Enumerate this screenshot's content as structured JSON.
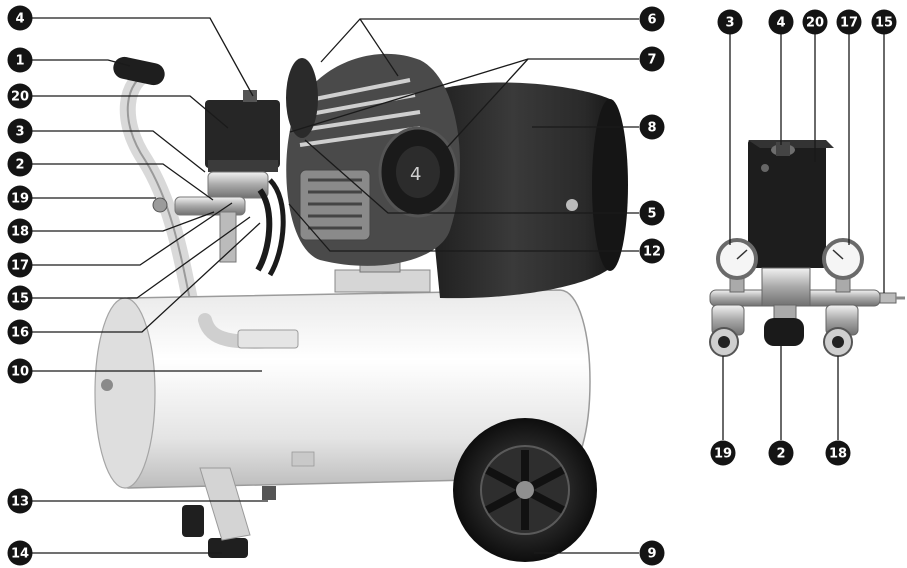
{
  "figure": {
    "main_view_callouts": [
      {
        "id": "c4",
        "label": "4"
      },
      {
        "id": "c1",
        "label": "1"
      },
      {
        "id": "c20",
        "label": "20"
      },
      {
        "id": "c3",
        "label": "3"
      },
      {
        "id": "c2",
        "label": "2"
      },
      {
        "id": "c19",
        "label": "19"
      },
      {
        "id": "c18",
        "label": "18"
      },
      {
        "id": "c17",
        "label": "17"
      },
      {
        "id": "c15",
        "label": "15"
      },
      {
        "id": "c16",
        "label": "16"
      },
      {
        "id": "c10",
        "label": "10"
      },
      {
        "id": "c13",
        "label": "13"
      },
      {
        "id": "c14",
        "label": "14"
      },
      {
        "id": "c6",
        "label": "6"
      },
      {
        "id": "c7",
        "label": "7"
      },
      {
        "id": "c8",
        "label": "8"
      },
      {
        "id": "c5",
        "label": "5"
      },
      {
        "id": "c12",
        "label": "12"
      },
      {
        "id": "c9",
        "label": "9"
      }
    ],
    "detail_view_callouts": [
      {
        "id": "d3",
        "label": "3"
      },
      {
        "id": "d4",
        "label": "4"
      },
      {
        "id": "d20",
        "label": "20"
      },
      {
        "id": "d17",
        "label": "17"
      },
      {
        "id": "d15",
        "label": "15"
      },
      {
        "id": "d19",
        "label": "19"
      },
      {
        "id": "d2",
        "label": "2"
      },
      {
        "id": "d18",
        "label": "18"
      }
    ]
  }
}
